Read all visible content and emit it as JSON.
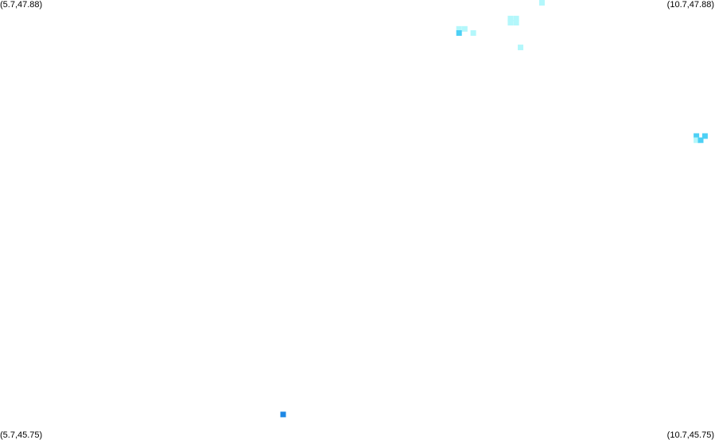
{
  "map": {
    "bounds": {
      "lon_min": 5.7,
      "lon_max": 10.7,
      "lat_min": 45.75,
      "lat_max": 47.88
    },
    "corner_labels": {
      "top_left": "(5.7,47.88)",
      "top_right": "(10.7,47.88)",
      "bottom_left": "(5.7,45.75)",
      "bottom_right": "(10.7,45.75)"
    },
    "colors": {
      "background": "#ffffff",
      "low": "#b3f7fb",
      "mid": "#4dd0f5",
      "high": "#1e88e5"
    },
    "cells": [
      {
        "lon": 9.49,
        "lat": 47.88,
        "level": "low"
      },
      {
        "lon": 9.27,
        "lat": 47.79,
        "level": "low"
      },
      {
        "lon": 9.31,
        "lat": 47.79,
        "level": "low"
      },
      {
        "lon": 9.27,
        "lat": 47.77,
        "level": "low"
      },
      {
        "lon": 9.31,
        "lat": 47.77,
        "level": "low"
      },
      {
        "lon": 8.91,
        "lat": 47.74,
        "level": "low"
      },
      {
        "lon": 8.95,
        "lat": 47.74,
        "level": "low"
      },
      {
        "lon": 9.01,
        "lat": 47.72,
        "level": "low"
      },
      {
        "lon": 8.91,
        "lat": 47.72,
        "level": "mid"
      },
      {
        "lon": 9.34,
        "lat": 47.65,
        "level": "low"
      },
      {
        "lon": 10.57,
        "lat": 47.22,
        "level": "mid"
      },
      {
        "lon": 10.63,
        "lat": 47.22,
        "level": "mid"
      },
      {
        "lon": 10.57,
        "lat": 47.2,
        "level": "low"
      },
      {
        "lon": 10.6,
        "lat": 47.2,
        "level": "mid"
      },
      {
        "lon": 7.68,
        "lat": 45.87,
        "level": "high"
      }
    ]
  }
}
